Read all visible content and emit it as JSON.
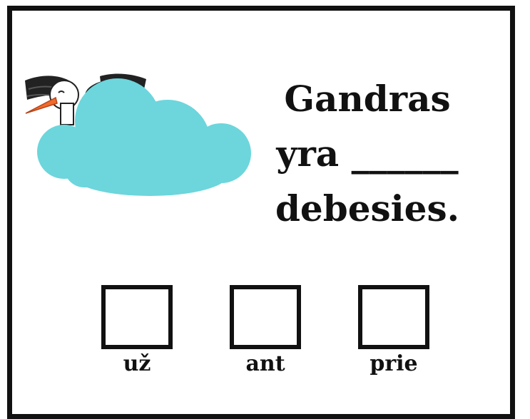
{
  "sentence": {
    "line1": "Gandras",
    "line2": "yra ______",
    "line3": "debesies."
  },
  "options": [
    {
      "label": "už"
    },
    {
      "label": "ant"
    },
    {
      "label": "prie"
    }
  ],
  "colors": {
    "border": "#111111",
    "cloud": "#6cd6dc",
    "beak": "#f06a2a",
    "wing": "#222222"
  },
  "illustration": {
    "icon": "stork-behind-cloud-icon"
  }
}
